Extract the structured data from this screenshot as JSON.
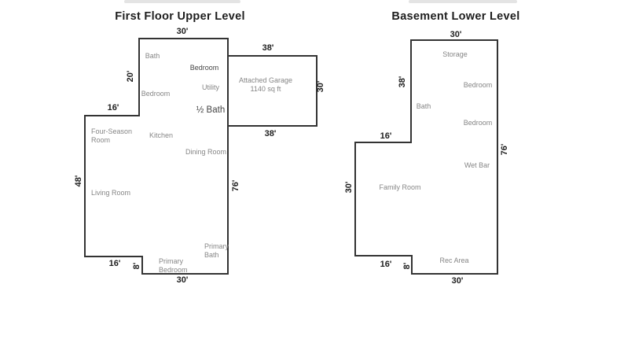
{
  "colors": {
    "outline": "#333333",
    "room_label": "#868686",
    "room_label_dark": "#454545",
    "dim_label": "#1e1e1e",
    "background": "#ffffff"
  },
  "first_floor": {
    "title": "First Floor Upper Level",
    "dims": {
      "top_width": "30'",
      "upper_left_height": "20'",
      "upper_step_width": "16'",
      "left_height": "48'",
      "lower_step_width": "16'",
      "lower_step_height": "8'",
      "bottom_width": "30'",
      "right_height": "76'"
    },
    "rooms": {
      "bath": "Bath",
      "bedroom_upper": "Bedroom",
      "bedroom_left": "Bedroom",
      "utility": "Utility",
      "half_bath": "½ Bath",
      "four_season_line1": "Four-Season",
      "four_season_line2": "Room",
      "kitchen": "Kitchen",
      "dining_room": "Dining Room",
      "living_room": "Living Room",
      "primary_bath_line1": "Primary",
      "primary_bath_line2": "Bath",
      "primary_bedroom_line1": "Primary",
      "primary_bedroom_line2": "Bedroom"
    },
    "garage": {
      "label_line1": "Attached Garage",
      "label_line2": "1140 sq ft",
      "dims": {
        "top_width": "38'",
        "right_height": "30'",
        "bottom_width": "38'"
      }
    }
  },
  "basement": {
    "title": "Basement Lower Level",
    "dims": {
      "top_width": "30'",
      "upper_left_height": "38'",
      "upper_step_width": "16'",
      "left_height": "30'",
      "lower_step_width": "16'",
      "lower_step_height": "8'",
      "bottom_width": "30'",
      "right_height": "76'"
    },
    "rooms": {
      "storage": "Storage",
      "bedroom_upper": "Bedroom",
      "bath": "Bath",
      "bedroom_lower": "Bedroom",
      "wet_bar": "Wet Bar",
      "family_room": "Family Room",
      "rec_area": "Rec Area"
    }
  }
}
